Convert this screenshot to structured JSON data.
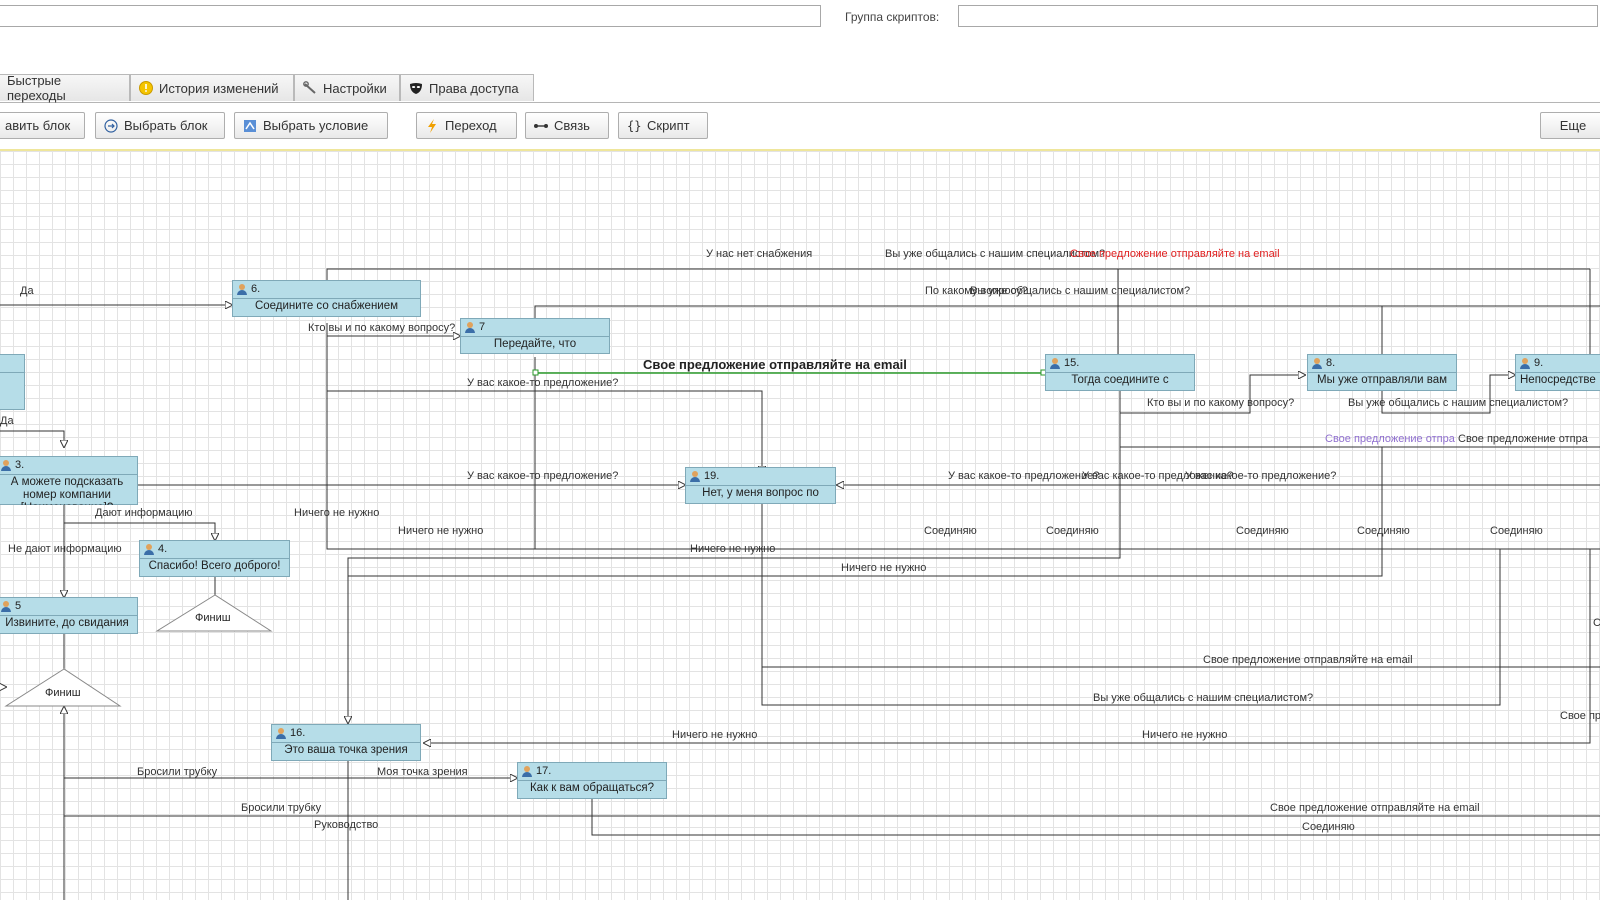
{
  "header": {
    "script_group_label": "Группа скриптов:",
    "name_value": "",
    "group_value": ""
  },
  "tabs": [
    {
      "label": "Быстрые переходы",
      "icon": "none"
    },
    {
      "label": "История изменений",
      "icon": "warning-icon"
    },
    {
      "label": "Настройки",
      "icon": "wrench-icon"
    },
    {
      "label": "Права доступа",
      "icon": "mask-icon"
    }
  ],
  "toolbar": {
    "add_block": "авить блок",
    "select_block": "Выбрать блок",
    "select_condition": "Выбрать условие",
    "transition": "Переход",
    "link": "Связь",
    "script": "Скрипт",
    "more": "Еще"
  },
  "nodes": {
    "n6": {
      "num": "6.",
      "text": "Соедините со снабжением"
    },
    "n7": {
      "num": "7",
      "text": "Передайте, что"
    },
    "n15": {
      "num": "15.",
      "text": "Тогда соедините с"
    },
    "n8": {
      "num": "8.",
      "text": "Мы уже отправляли вам"
    },
    "n9": {
      "num": "9.",
      "text": "Непосредстве"
    },
    "n19": {
      "num": "19.",
      "text": "Нет, у меня вопрос по"
    },
    "n3": {
      "num": "3.",
      "text": "А можете подсказать номер компании [Наименование]?"
    },
    "n4": {
      "num": "4.",
      "text": "Спасибо! Всего доброго!"
    },
    "n5": {
      "num": "5",
      "text": "Извините, до свидания"
    },
    "n16": {
      "num": "16.",
      "text": "Это ваша точка зрения"
    },
    "n17": {
      "num": "17.",
      "text": "Как к вам обращаться?"
    },
    "finish1": "Финиш",
    "finish2": "Финиш"
  },
  "edge_labels": {
    "da1": "Да",
    "da2": "Да",
    "net_snab": "У нас нет снабжения",
    "uzhe_obsh": "Вы уже общались с нашим специалистом?",
    "svoe_email_red": "Свое предложение отправляйте на email",
    "po_kakomu": "По какому вопросу?",
    "uzhe_obsh2": "Вы уже общались с нашим специалистом?",
    "kto_vy1": "Кто вы и по какому вопросу?",
    "svoe_email_bold": "Свое предложение отправляйте на email",
    "u_vas_pred1": "У вас какое-то предложение?",
    "kto_vy2": "Кто вы и по какому вопросу?",
    "uzhe_obsh3": "Вы уже общались с нашим специалистом?",
    "svoe_purple": "Свое предложение отпра",
    "svoe_right": "Свое предложение отпра",
    "u_vas_pred2": "У вас какое-то предложение?",
    "u_vas_pred3": "У вас какое-то предложение?",
    "u_vas_pred4": "У вас какое-то предложение?",
    "u_vas_pred5": "У вас какое-то предложение?",
    "dayut": "Дают информацию",
    "nichego1": "Ничего не нужно",
    "ne_dayut": "Не дают информацию",
    "nichego2": "Ничего не нужно",
    "soed1": "Соединяю",
    "soed2": "Соединяю",
    "soed3": "Соединяю",
    "soed4": "Соединяю",
    "soed5": "Соединяю",
    "nichego3": "Ничего не нужно",
    "nichego4": "Ничего не нужно",
    "svoe_email2": "Свое предложение отправляйте на email",
    "uzhe_obsh4": "Вы уже общались с нашим специалистом?",
    "svoe_pr_right": "Свое пр",
    "nichego5": "Ничего не нужно",
    "nichego6": "Ничего не нужно",
    "brosili1": "Бросили трубку",
    "moya_tochka": "Моя точка зрения",
    "brosili2": "Бросили трубку",
    "svoe_email3": "Свое предложение отправляйте на email",
    "rukovodstvo": "Руководство",
    "soed6": "Соединяю",
    "s_right": "С"
  }
}
